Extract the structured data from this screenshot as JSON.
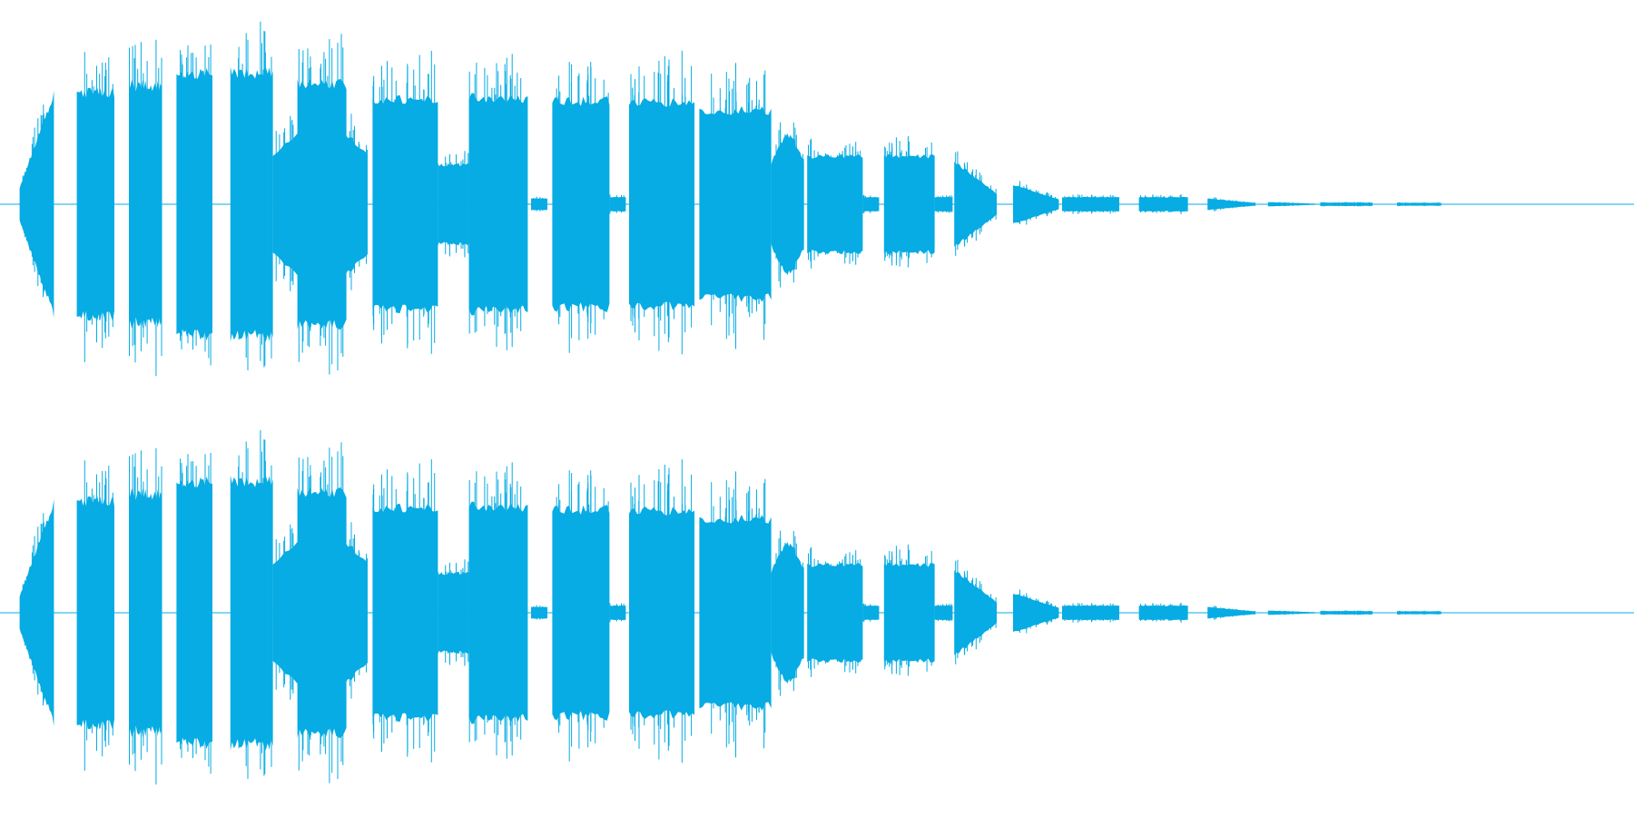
{
  "waveform": {
    "color": "#06ace3",
    "channel_count": 2,
    "duration_fraction_of_view": 0.88,
    "segments": [
      {
        "start": 0.012,
        "end": 0.033,
        "amp": 0.78,
        "shape": "ramp-up"
      },
      {
        "start": 0.047,
        "end": 0.07,
        "amp": 0.79,
        "shape": "flat"
      },
      {
        "start": 0.079,
        "end": 0.099,
        "amp": 0.84,
        "shape": "flat"
      },
      {
        "start": 0.108,
        "end": 0.13,
        "amp": 0.92,
        "shape": "flat"
      },
      {
        "start": 0.141,
        "end": 0.167,
        "amp": 0.93,
        "shape": "flat"
      },
      {
        "start": 0.167,
        "end": 0.225,
        "amp": 0.57,
        "shape": "hump"
      },
      {
        "start": 0.182,
        "end": 0.212,
        "amp": 0.85,
        "shape": "spiky"
      },
      {
        "start": 0.228,
        "end": 0.268,
        "amp": 0.74,
        "shape": "spiky"
      },
      {
        "start": 0.268,
        "end": 0.287,
        "amp": 0.28,
        "shape": "flat"
      },
      {
        "start": 0.287,
        "end": 0.323,
        "amp": 0.75,
        "shape": "spiky"
      },
      {
        "start": 0.325,
        "end": 0.335,
        "amp": 0.04,
        "shape": "flat"
      },
      {
        "start": 0.338,
        "end": 0.373,
        "amp": 0.73,
        "shape": "spiky"
      },
      {
        "start": 0.373,
        "end": 0.383,
        "amp": 0.05,
        "shape": "flat"
      },
      {
        "start": 0.385,
        "end": 0.425,
        "amp": 0.72,
        "shape": "spiky"
      },
      {
        "start": 0.428,
        "end": 0.472,
        "amp": 0.66,
        "shape": "spiky"
      },
      {
        "start": 0.472,
        "end": 0.492,
        "amp": 0.48,
        "shape": "hump"
      },
      {
        "start": 0.494,
        "end": 0.528,
        "amp": 0.34,
        "shape": "flat"
      },
      {
        "start": 0.528,
        "end": 0.538,
        "amp": 0.05,
        "shape": "flat"
      },
      {
        "start": 0.541,
        "end": 0.572,
        "amp": 0.34,
        "shape": "flat"
      },
      {
        "start": 0.572,
        "end": 0.583,
        "amp": 0.05,
        "shape": "flat"
      },
      {
        "start": 0.584,
        "end": 0.61,
        "amp": 0.3,
        "shape": "decay"
      },
      {
        "start": 0.62,
        "end": 0.648,
        "amp": 0.14,
        "shape": "decay"
      },
      {
        "start": 0.65,
        "end": 0.685,
        "amp": 0.05,
        "shape": "flat"
      },
      {
        "start": 0.697,
        "end": 0.727,
        "amp": 0.05,
        "shape": "flat"
      },
      {
        "start": 0.739,
        "end": 0.768,
        "amp": 0.04,
        "shape": "decay"
      },
      {
        "start": 0.776,
        "end": 0.805,
        "amp": 0.015,
        "shape": "decay"
      },
      {
        "start": 0.808,
        "end": 0.84,
        "amp": 0.012,
        "shape": "flat"
      },
      {
        "start": 0.855,
        "end": 0.882,
        "amp": 0.01,
        "shape": "flat"
      }
    ]
  }
}
